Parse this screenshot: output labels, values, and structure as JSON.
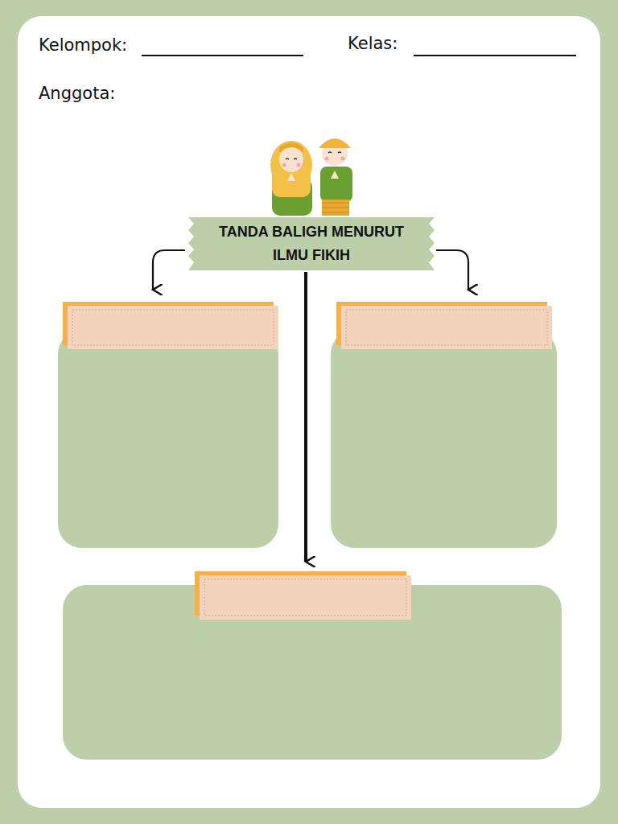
{
  "diagram": {
    "title": "TANDA BALIGH MENURUT ILMU FIKIH",
    "labels": [
      "Kelompok:",
      "Kelas:",
      "Anggota:"
    ]
  }
}
